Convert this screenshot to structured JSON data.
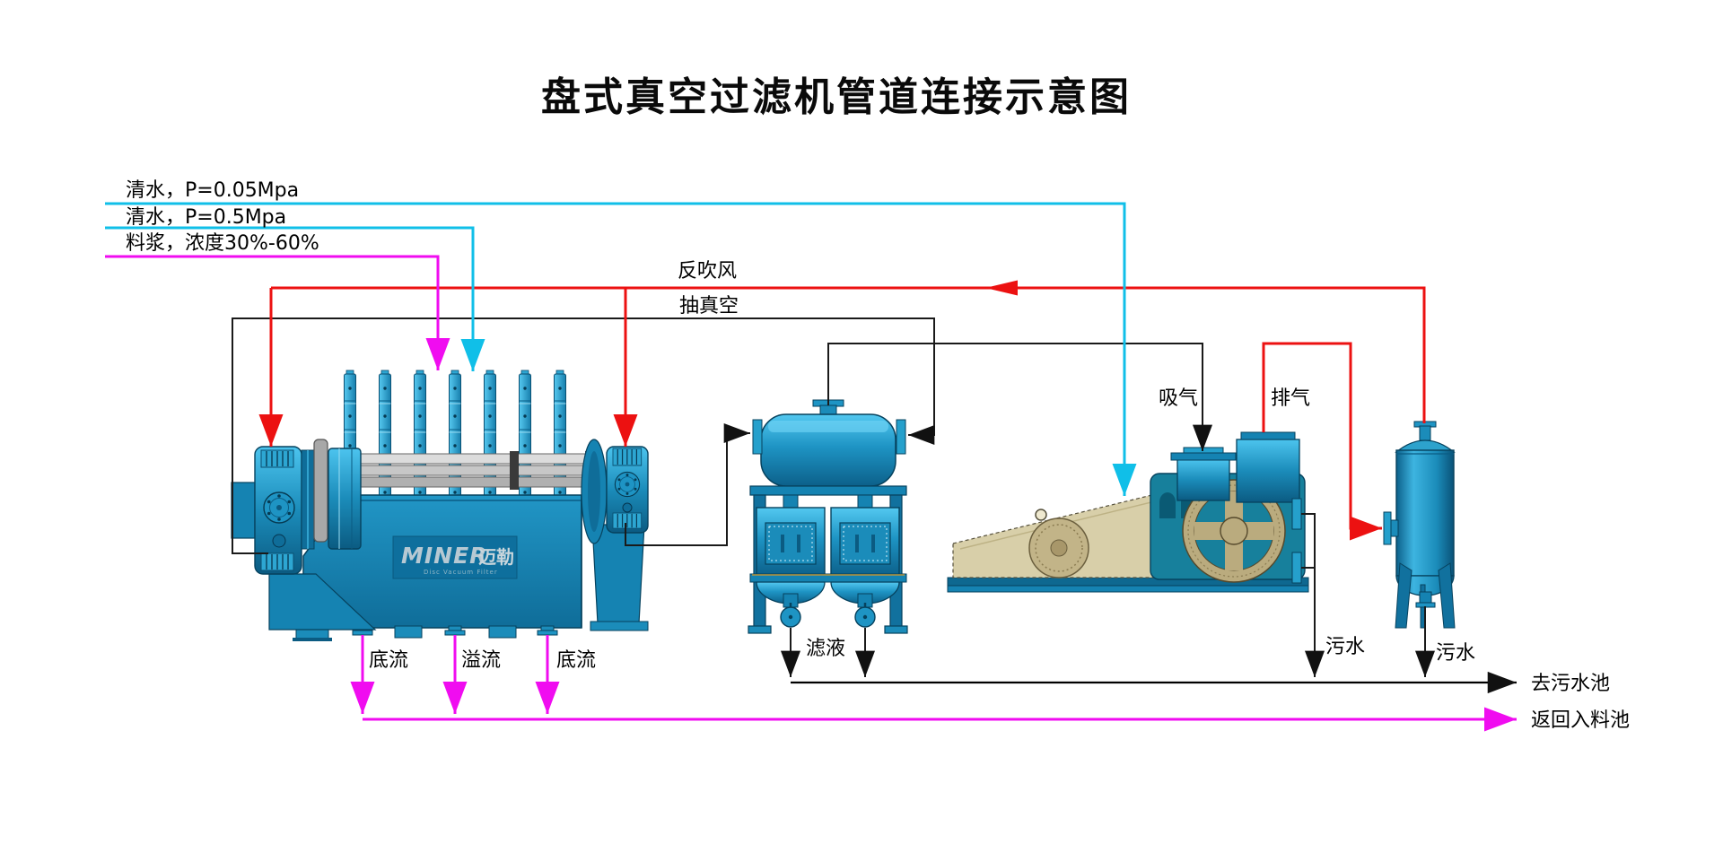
{
  "title": "盘式真空过滤机管道连接示意图",
  "inlet_labels": {
    "clean_water_low": "清水，P=0.05Mpa",
    "clean_water_high": "清水，P=0.5Mpa",
    "slurry": "料浆，浓度30%-60%"
  },
  "pipe_labels": {
    "blowback_air": "反吹风",
    "vacuum": "抽真空",
    "suction": "吸气",
    "exhaust": "排气",
    "underflow_left": "底流",
    "overflow": "溢流",
    "underflow_right": "底流",
    "filtrate": "滤液",
    "pump_sewage": "污水",
    "separator_sewage": "污水",
    "to_sewage_pool": "去污水池",
    "return_to_feed_pool": "返回入料池"
  },
  "equipment": {
    "disc_filter": {
      "brand_en": "MINER",
      "brand_cn": "迈勒",
      "brand_sub": "Disc Vacuum Filter"
    }
  },
  "colors": {
    "clean_water_line": "#10bfe8",
    "slurry_line": "#f00cf0",
    "blowback_line": "#ec1111",
    "vacuum_line": "#1a1a1a",
    "equipment_blue": "#1b8cba",
    "belt_guard_tan": "#d8cfa9"
  }
}
